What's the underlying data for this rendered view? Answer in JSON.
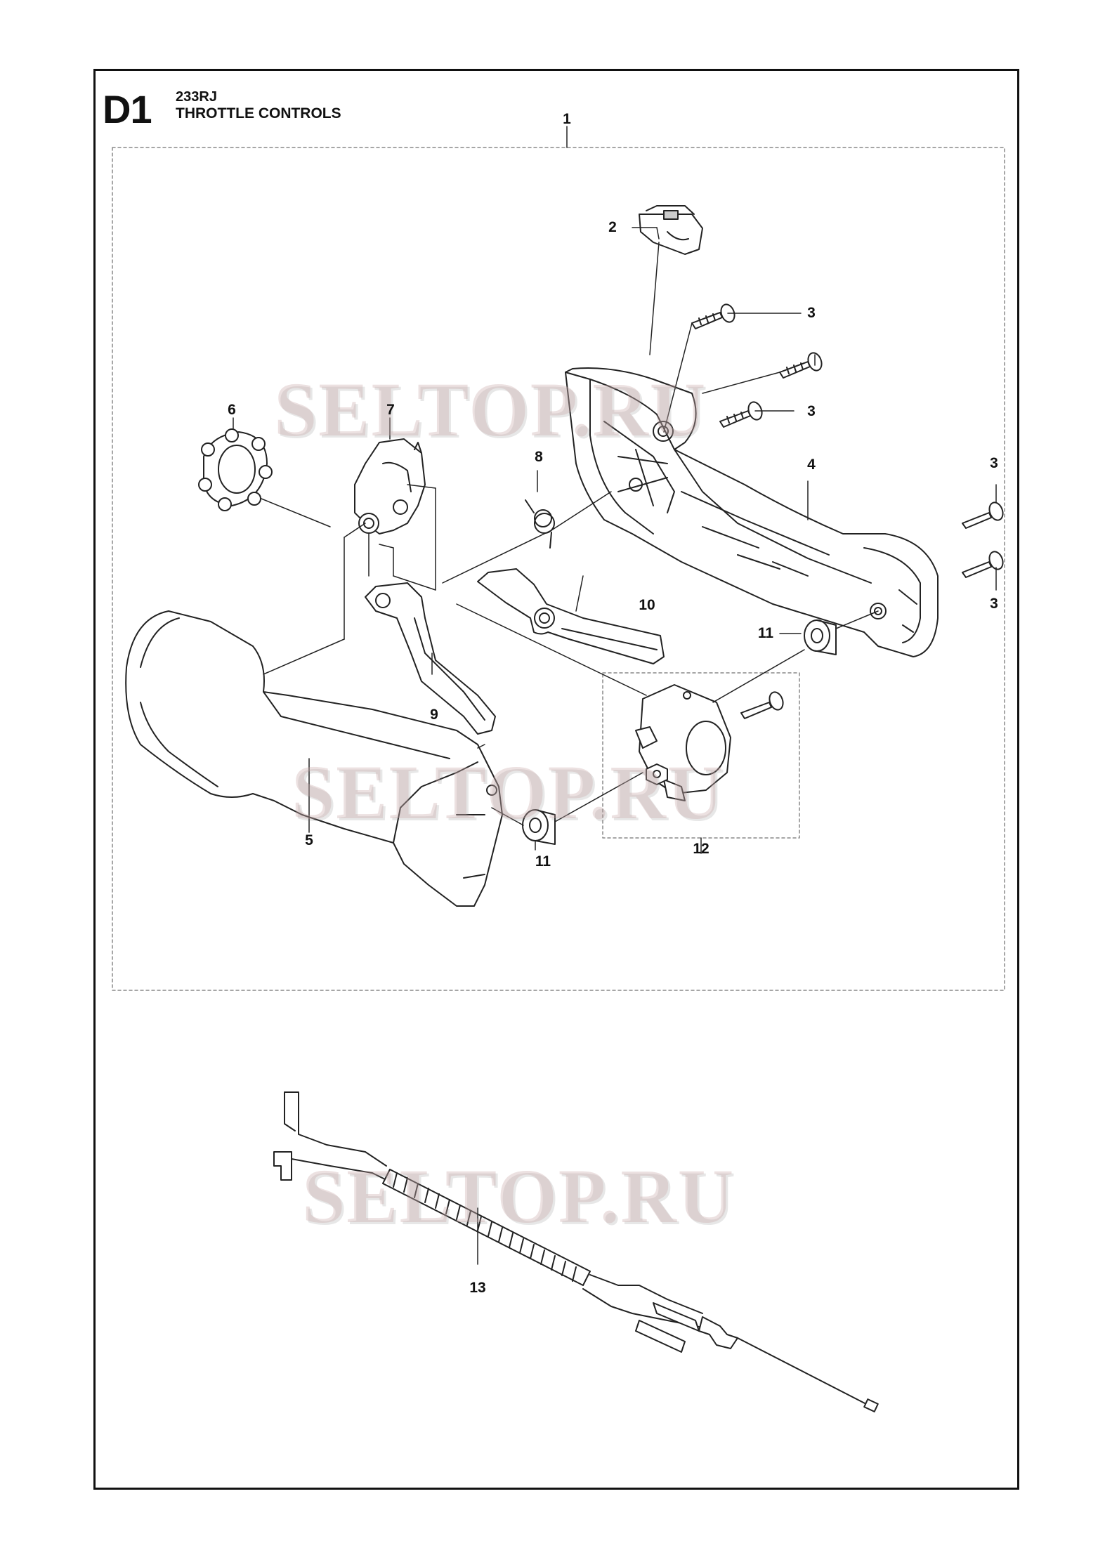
{
  "header": {
    "section_code": "D1",
    "model": "233RJ",
    "title": "THROTTLE CONTROLS"
  },
  "callouts": {
    "c1": "1",
    "c2": "2",
    "c3a": "3",
    "c3b": "3",
    "c3c": "3",
    "c3d": "3",
    "c4": "4",
    "c5": "5",
    "c6": "6",
    "c7": "7",
    "c8": "8",
    "c9": "9",
    "c10": "10",
    "c11a": "11",
    "c11b": "11",
    "c12": "12",
    "c13": "13"
  },
  "watermark": "SELTOP.RU"
}
